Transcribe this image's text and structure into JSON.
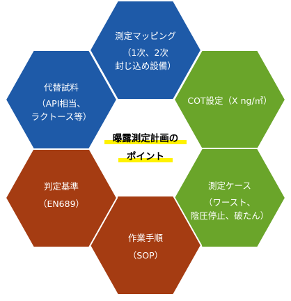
{
  "center": {
    "lines": [
      "曝露測定計画の",
      "ポイント"
    ],
    "highlight_color": "#fff200"
  },
  "hexagons": [
    {
      "id": "measurement-mapping",
      "color": "#1e5aa8",
      "lines": [
        "測定マッピング",
        "（1次、2次",
        "封じ込め設備）"
      ]
    },
    {
      "id": "cot-setting",
      "color": "#6aa52a",
      "lines": [
        "COT設定（X ng/㎥）"
      ]
    },
    {
      "id": "measurement-cases",
      "color": "#6aa52a",
      "lines": [
        "測定ケース",
        "（ワースト、",
        "陰圧停止、破たん）"
      ]
    },
    {
      "id": "work-procedure",
      "color": "#a53c12",
      "lines": [
        "作業手順",
        "（SOP）"
      ]
    },
    {
      "id": "judgment-criteria",
      "color": "#a53c12",
      "lines": [
        "判定基準",
        "（EN689）"
      ]
    },
    {
      "id": "surrogate-materials",
      "color": "#1e5aa8",
      "lines": [
        "代替試料",
        "（API相当、",
        "ラクトース等）"
      ]
    }
  ]
}
